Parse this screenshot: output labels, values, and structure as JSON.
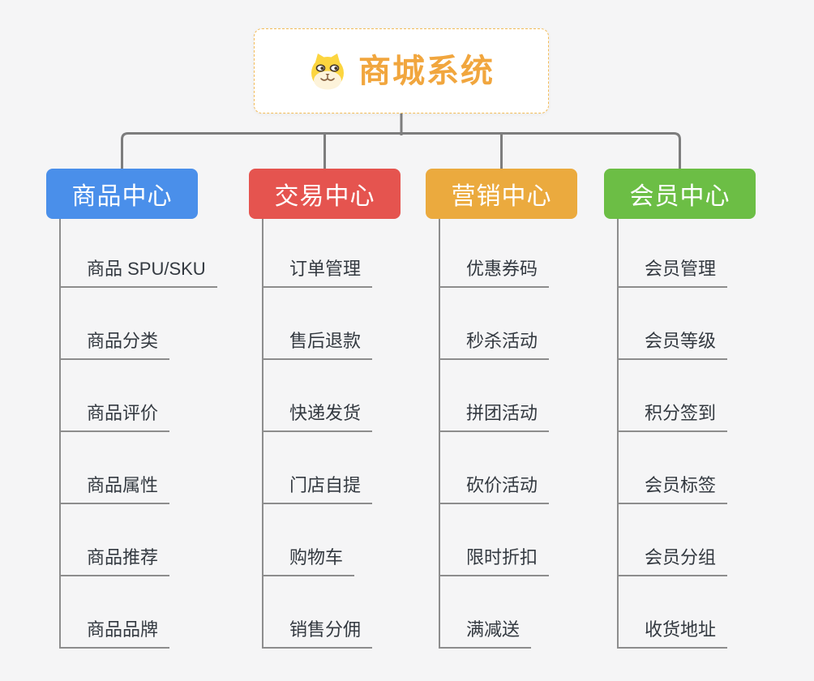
{
  "canvas": {
    "background": "#f5f5f6",
    "connector_color": "#7d7d7d",
    "branch_line_color": "#8d8d8d"
  },
  "root": {
    "title": "商城系统",
    "icon": "dog-face-icon",
    "text_color": "#f1a63e",
    "border_color": "#f3bc59"
  },
  "branches": [
    {
      "label": "商品中心",
      "color": "#4a8fea",
      "children": [
        "商品 SPU/SKU",
        "商品分类",
        "商品评价",
        "商品属性",
        "商品推荐",
        "商品品牌"
      ]
    },
    {
      "label": "交易中心",
      "color": "#e5544f",
      "children": [
        "订单管理",
        "售后退款",
        "快递发货",
        "门店自提",
        "购物车",
        "销售分佣"
      ]
    },
    {
      "label": "营销中心",
      "color": "#ebaa3e",
      "children": [
        "优惠券码",
        "秒杀活动",
        "拼团活动",
        "砍价活动",
        "限时折扣",
        "满减送"
      ]
    },
    {
      "label": "会员中心",
      "color": "#6cbe45",
      "children": [
        "会员管理",
        "会员等级",
        "积分签到",
        "会员标签",
        "会员分组",
        "收货地址"
      ]
    }
  ]
}
